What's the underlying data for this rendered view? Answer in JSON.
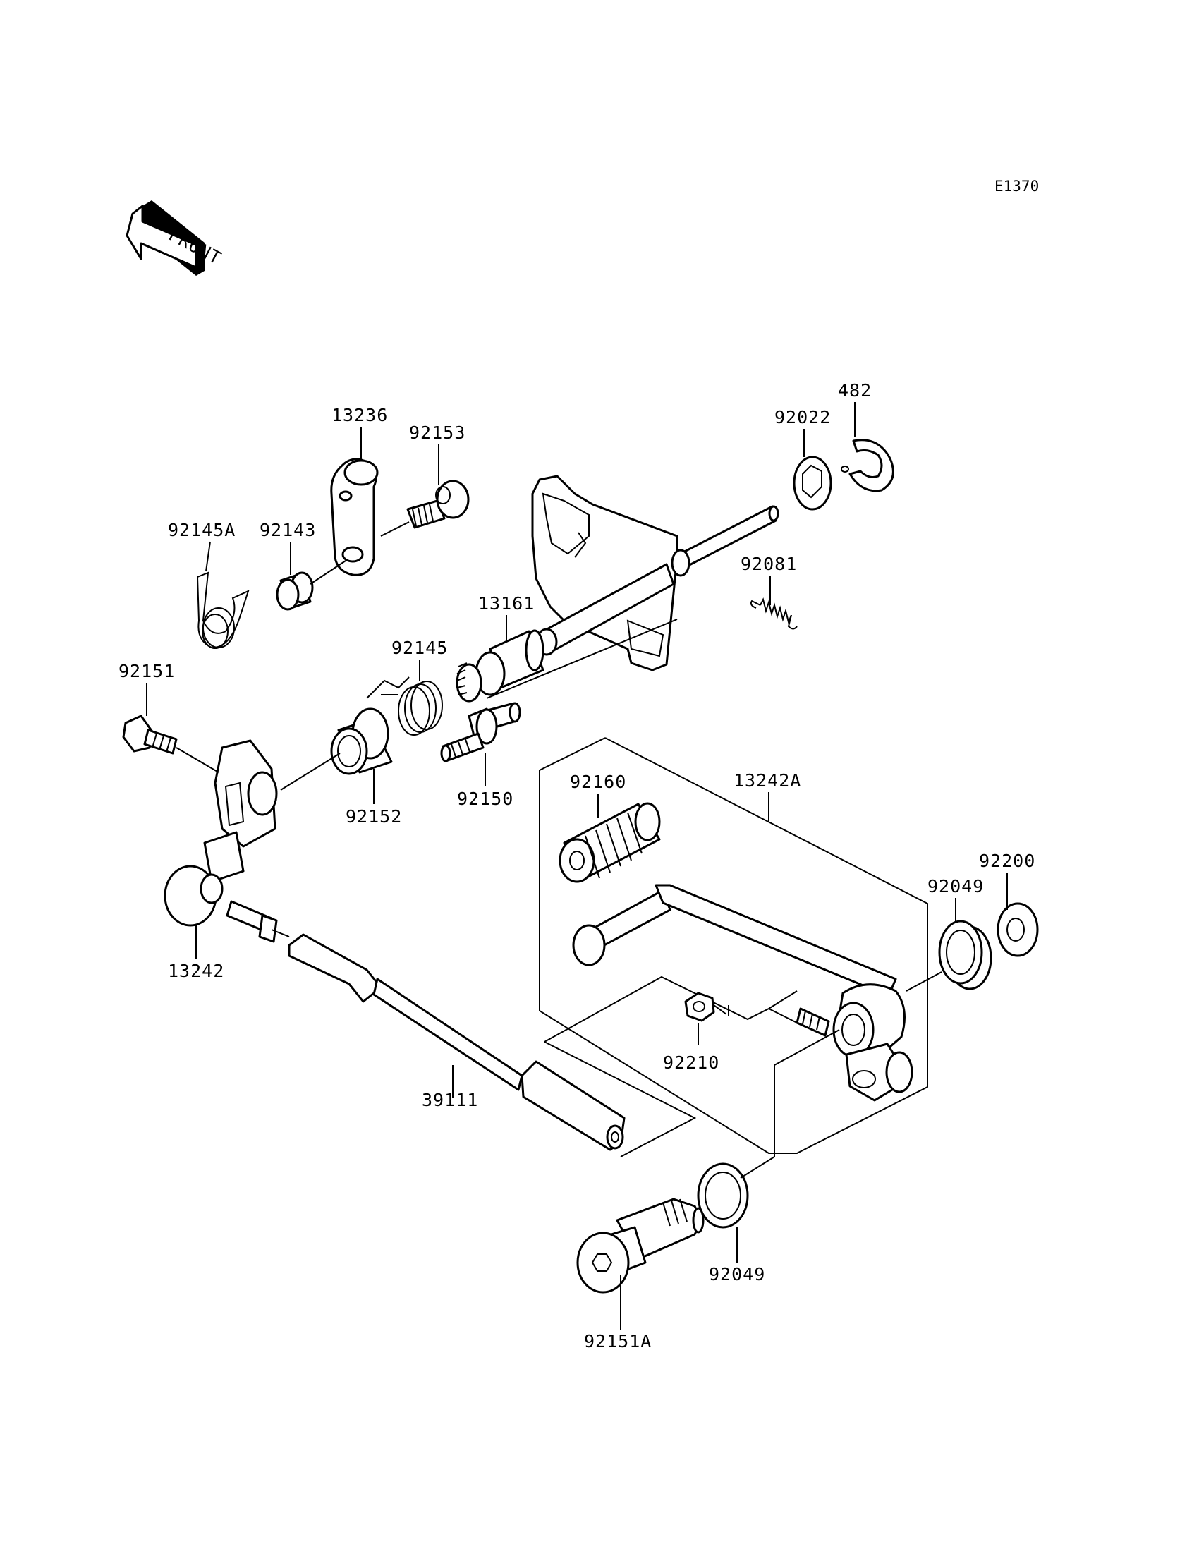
{
  "diagram_code": "E1370",
  "front_label": "FRONT",
  "parts": {
    "p13236": "13236",
    "p92153": "92153",
    "p92145A": "92145A",
    "p92143": "92143",
    "p92022": "92022",
    "p482": "482",
    "p92081": "92081",
    "p13161": "13161",
    "p92145": "92145",
    "p92151": "92151",
    "p92152": "92152",
    "p92150": "92150",
    "p92160": "92160",
    "p13242A": "13242A",
    "p92200": "92200",
    "p92049a": "92049",
    "p13242": "13242",
    "p92210": "92210",
    "p39111": "39111",
    "p92049b": "92049",
    "p92151A": "92151A"
  }
}
